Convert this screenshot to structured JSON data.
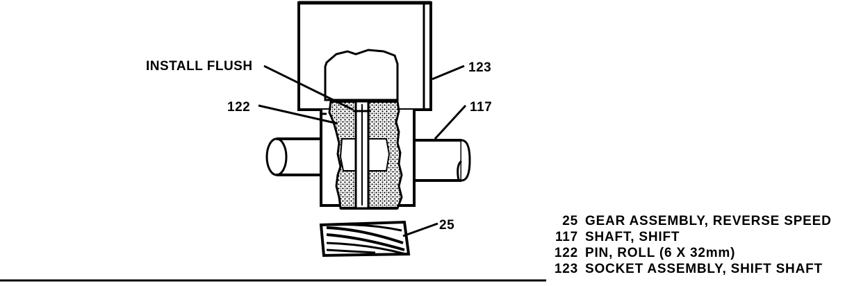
{
  "callouts": {
    "install_flush": "INSTALL FLUSH",
    "part_123": "123",
    "part_122": "122",
    "part_117": "117",
    "part_25": "25"
  },
  "legend": [
    {
      "num": "25",
      "desc": "GEAR ASSEMBLY, REVERSE SPEED"
    },
    {
      "num": "117",
      "desc": "SHAFT, SHIFT"
    },
    {
      "num": "122",
      "desc": "PIN, ROLL (6 X 32mm)"
    },
    {
      "num": "123",
      "desc": "SOCKET ASSEMBLY, SHIFT SHAFT"
    }
  ]
}
